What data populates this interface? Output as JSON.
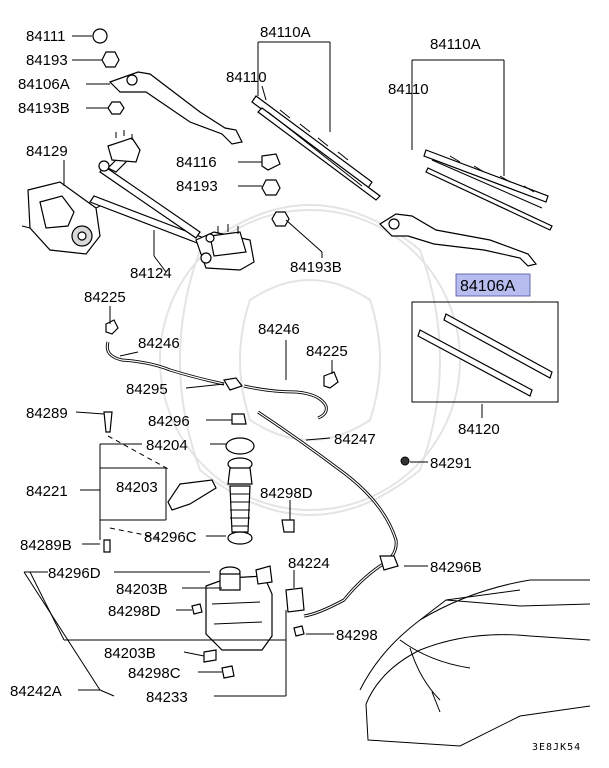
{
  "highlight_color": "#b8bdf0",
  "drawing_code": "3E8JK54",
  "labels": {
    "p84111": "84111",
    "p84193a": "84193",
    "p84106a_l": "84106A",
    "p84193b_l": "84193B",
    "p84129": "84129",
    "p84124": "84124",
    "p84110a_m": "84110A",
    "p84110_m": "84110",
    "p84116": "84116",
    "p84193c": "84193",
    "p84193b_r": "84193B",
    "p84110a_r": "84110A",
    "p84110_r": "84110",
    "p84106a_r": "84106A",
    "p84120": "84120",
    "p84225_l": "84225",
    "p84246_l": "84246",
    "p84295": "84295",
    "p84246_r": "84246",
    "p84225_r": "84225",
    "p84289": "84289",
    "p84296": "84296",
    "p84204": "84204",
    "p84247": "84247",
    "p84291": "84291",
    "p84221": "84221",
    "p84203": "84203",
    "p84298d_r": "84298D",
    "p84289b": "84289B",
    "p84296c": "84296C",
    "p84296b": "84296B",
    "p84296d": "84296D",
    "p84203b_t": "84203B",
    "p84224": "84224",
    "p84298d_l": "84298D",
    "p84298": "84298",
    "p84203b_b": "84203B",
    "p84298c": "84298C",
    "p84242a": "84242A",
    "p84233": "84233"
  }
}
